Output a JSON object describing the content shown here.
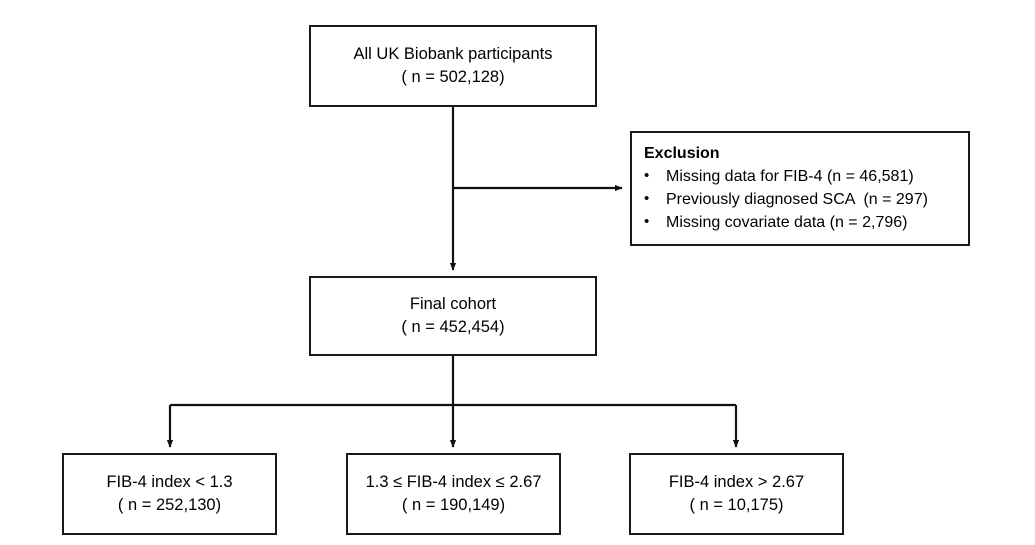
{
  "diagram": {
    "type": "flowchart",
    "title": "UK Biobank study participant selection flow",
    "stroke_color": "#1a1a1a",
    "background_color": "#ffffff"
  },
  "nodes": {
    "top": {
      "name": "all-participants",
      "line1": "All UK Biobank participants",
      "line2": "( n = 502,128)",
      "n": 502128
    },
    "exclusion": {
      "name": "exclusion",
      "title": "Exclusion",
      "bullet": "•",
      "items": [
        {
          "label": "Missing data for FIB-4 (n = 46,581)",
          "n": 46581
        },
        {
          "label": "Previously diagnosed SCA  (n = 297)",
          "n": 297
        },
        {
          "label": "Missing covariate data (n = 2,796)",
          "n": 2796
        }
      ]
    },
    "final_cohort": {
      "name": "final-cohort",
      "line1": "Final cohort",
      "line2": "( n = 452,454)",
      "n": 452454
    },
    "group_low": {
      "name": "fib4-low",
      "line1": "FIB-4 index < 1.3",
      "line2": "( n = 252,130)",
      "n": 252130
    },
    "group_mid": {
      "name": "fib4-intermediate",
      "line1": "1.3 ≤ FIB-4 index ≤ 2.67",
      "line2": "( n = 190,149)",
      "n": 190149
    },
    "group_high": {
      "name": "fib4-high",
      "line1": "FIB-4 index > 2.67",
      "line2": "( n = 10,175)",
      "n": 10175
    }
  }
}
